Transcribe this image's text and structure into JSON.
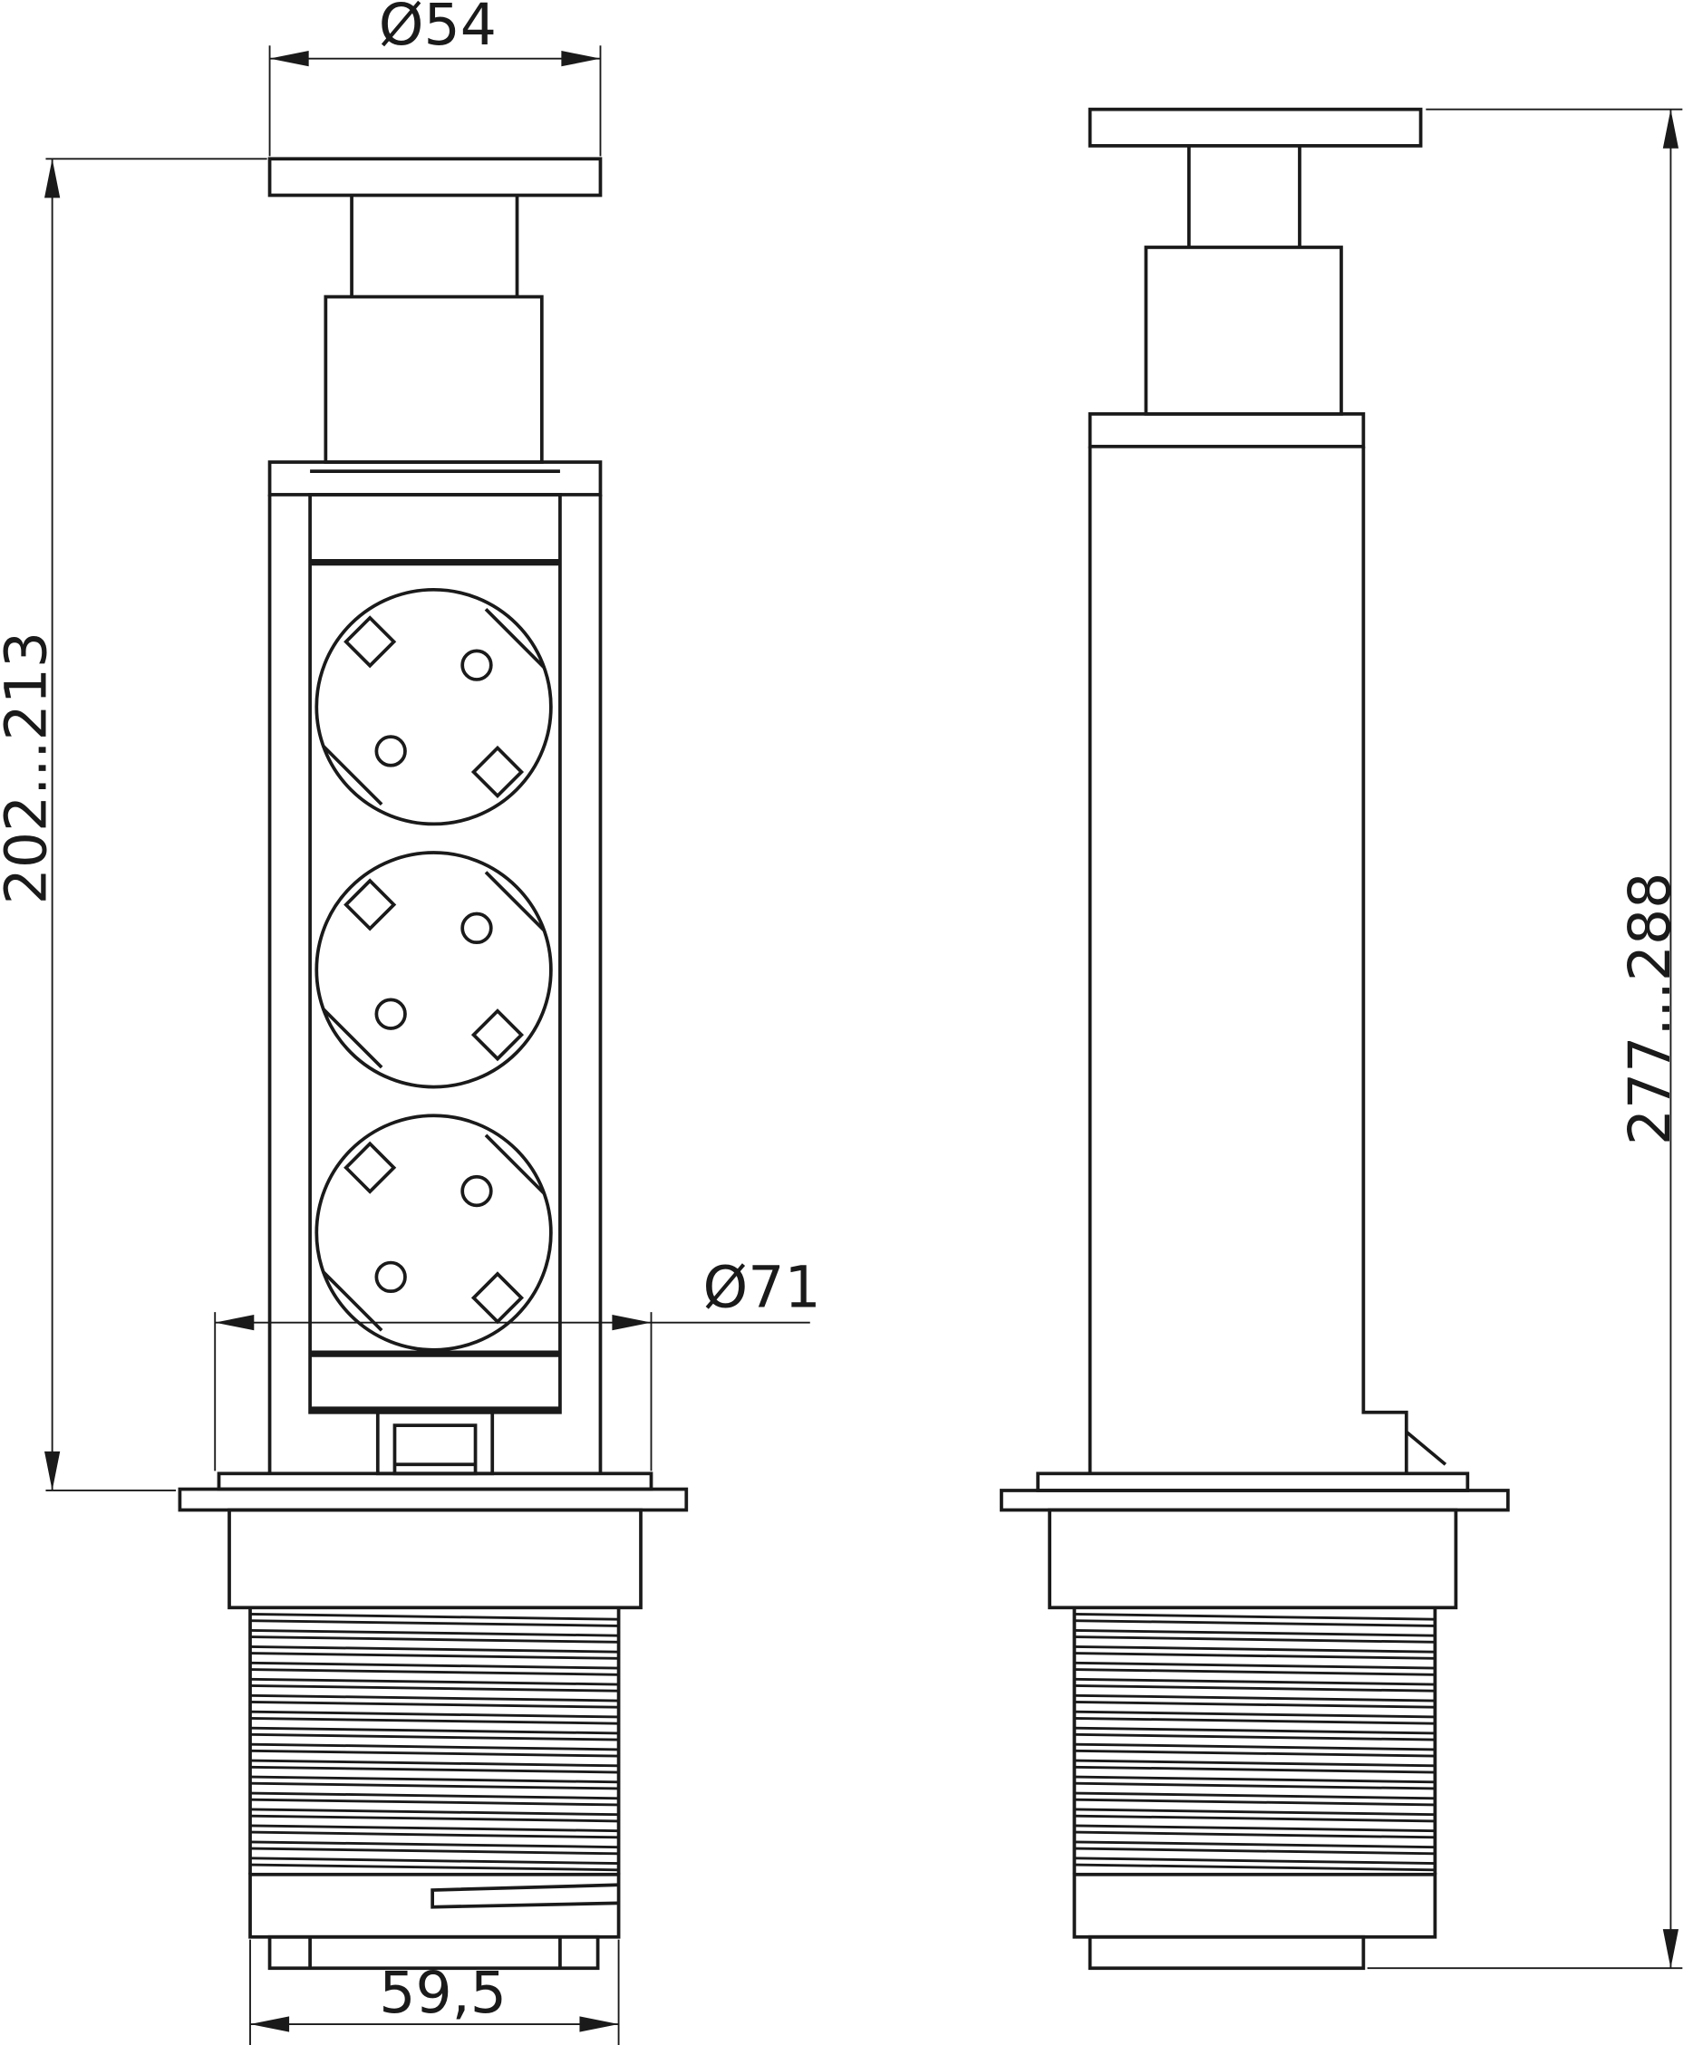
{
  "dimensions": {
    "top_diameter": "Ø54",
    "base_diameter": "Ø71",
    "thread_width": "59,5",
    "front_height": "202...213",
    "side_height": "277...288"
  },
  "colors": {
    "line": "#1a1a1a",
    "background": "#ffffff"
  }
}
